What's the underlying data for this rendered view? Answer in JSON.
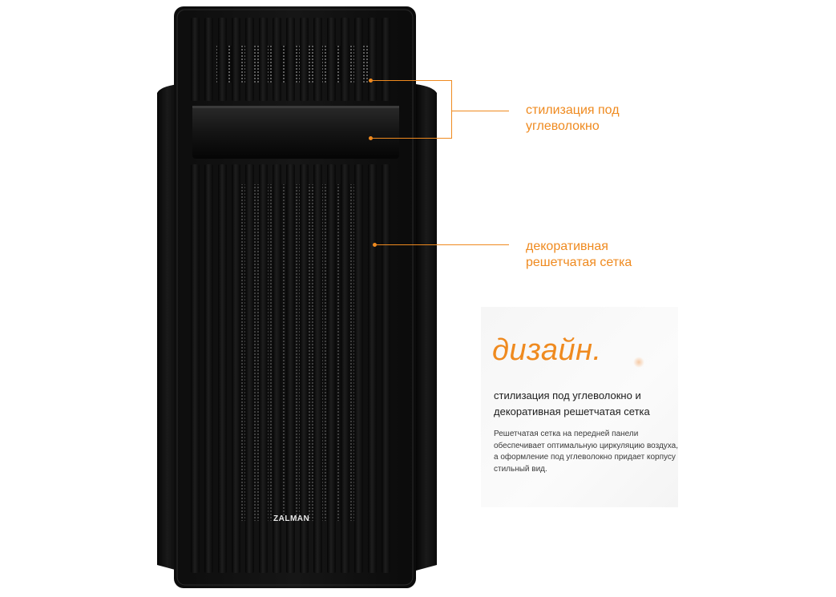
{
  "callouts": [
    {
      "text_line1": "стилизация под",
      "text_line2": "углеволокно"
    },
    {
      "text_line1": "декоративная",
      "text_line2": "решетчатая сетка"
    }
  ],
  "design": {
    "heading": "дизайн.",
    "subheading": "стилизация под углеволокно и декоративная решетчатая сетка",
    "body": "Решетчатая сетка на передней панели обеспечивает оптимальную циркуляцию воздуха, а оформление под углеволокно придает корпусу стильный вид."
  },
  "logo": {
    "text": "ZALMAN"
  },
  "colors": {
    "accent": "#ef8a1f",
    "case": "#111111"
  }
}
